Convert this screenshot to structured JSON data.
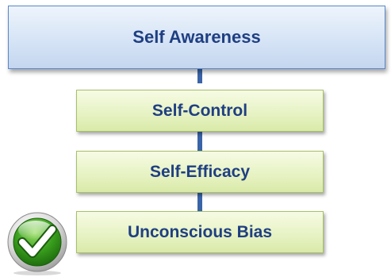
{
  "diagram": {
    "top_node": {
      "label": "Self Awareness"
    },
    "steps": [
      {
        "label": "Self-Control"
      },
      {
        "label": "Self-Efficacy"
      },
      {
        "label": "Unconscious Bias"
      }
    ],
    "icon": "green-checkmark-icon",
    "colors": {
      "top_fill": "#d6e4f6",
      "top_border": "#5a88c8",
      "step_fill": "#e6f2c2",
      "step_border": "#a6c06a",
      "text": "#1f3f82",
      "connector": "#3a64a8",
      "check_green": "#3aa01e"
    }
  }
}
